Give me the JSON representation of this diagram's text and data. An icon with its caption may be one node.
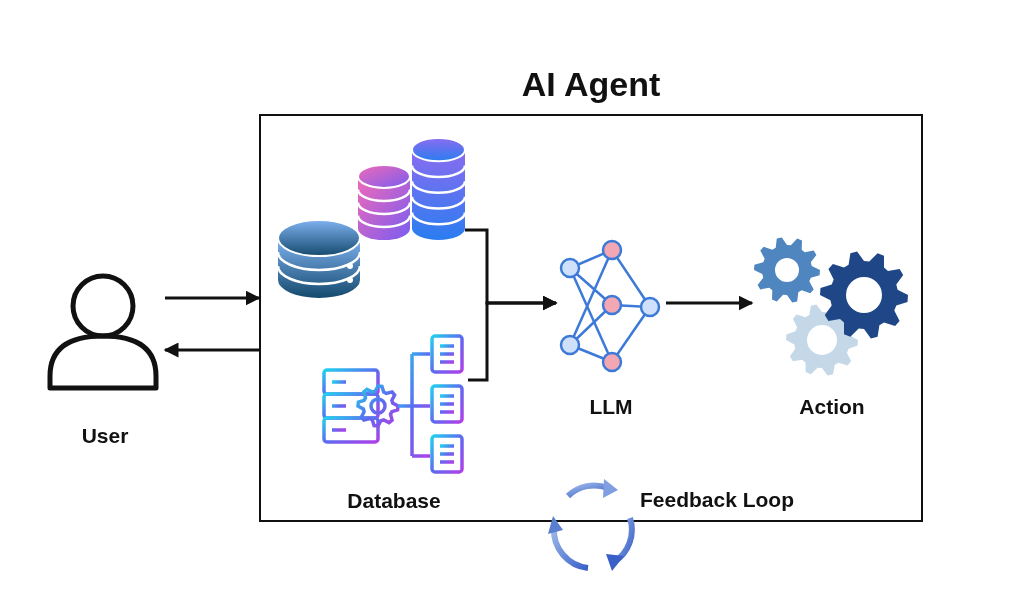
{
  "diagram": {
    "nodes": [
      {
        "text": [
          "AI Agent"
        ]
      },
      {
        "text": [
          "User"
        ]
      },
      {
        "text": [],
        "shape": "cylinder",
        "in": 0
      },
      {
        "text": [
          "Database"
        ],
        "in": 0
      },
      {
        "text": [
          "LLM"
        ],
        "in": 0
      },
      {
        "text": [
          "Action"
        ],
        "in": 0
      }
    ],
    "edges": [
      {
        "from": 1,
        "to": 0,
        "arrow": "to"
      },
      {
        "from": 0,
        "to": 1,
        "arrow": "to"
      },
      {
        "from": 2,
        "to": 4,
        "arrow": "to"
      },
      {
        "from": 3,
        "to": 4,
        "arrow": "to"
      },
      {
        "from": 4,
        "to": 5,
        "arrow": "to"
      }
    ],
    "labels": [
      "Feedback Loop"
    ]
  }
}
